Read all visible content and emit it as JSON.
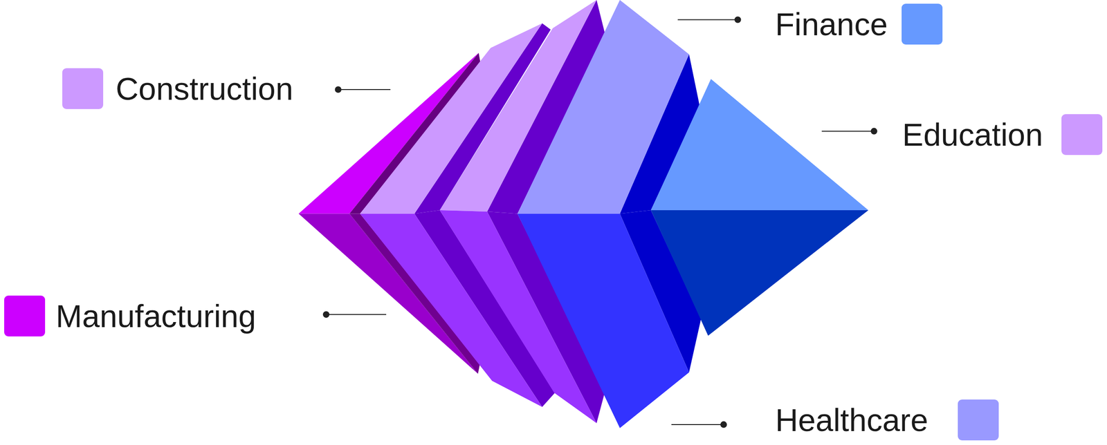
{
  "diagram": {
    "legend": [
      {
        "text": "Finance",
        "color": "#6699ff"
      },
      {
        "text": "Construction",
        "color": "#cc99ff"
      },
      {
        "text": "Education",
        "color": "#cc99ff"
      },
      {
        "text": "Manufacturing",
        "color": "#cc00ff"
      },
      {
        "text": "Healthcare",
        "color": "#9999ff"
      }
    ]
  }
}
